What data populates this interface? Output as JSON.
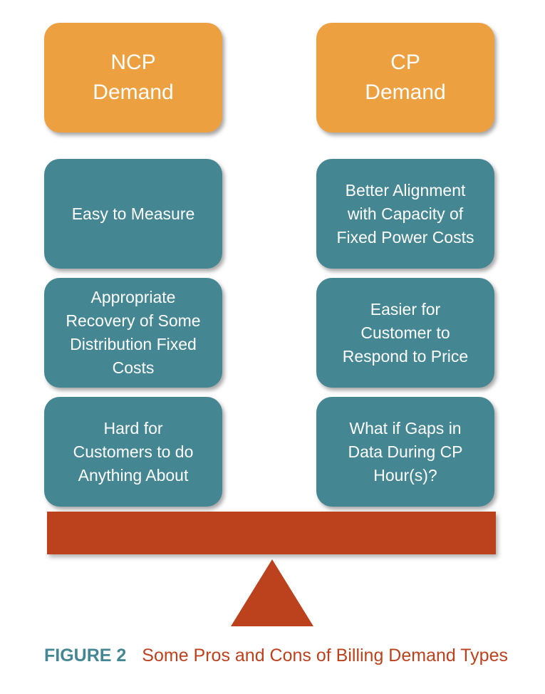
{
  "colors": {
    "header": "#ECA040",
    "item": "#448793",
    "beam": "#BC421E",
    "fulcrum": "#BC421E",
    "caption_label": "#448793",
    "caption_text": "#BC421E"
  },
  "left": {
    "header": [
      "NCP",
      "Demand"
    ],
    "items": [
      [
        "Easy to Measure"
      ],
      [
        "Appropriate",
        "Recovery of Some",
        "Distribution Fixed",
        "Costs"
      ],
      [
        "Hard for",
        "Customers to do",
        "Anything About"
      ]
    ]
  },
  "right": {
    "header": [
      "CP",
      "Demand"
    ],
    "items": [
      [
        "Better Alignment",
        "with Capacity of",
        "Fixed Power Costs"
      ],
      [
        "Easier for",
        "Customer to",
        "Respond to Price"
      ],
      [
        "What if Gaps in",
        "Data During CP",
        "Hour(s)?"
      ]
    ]
  },
  "caption": {
    "label": "FIGURE 2",
    "text": "Some Pros and Cons of Billing Demand Types"
  }
}
